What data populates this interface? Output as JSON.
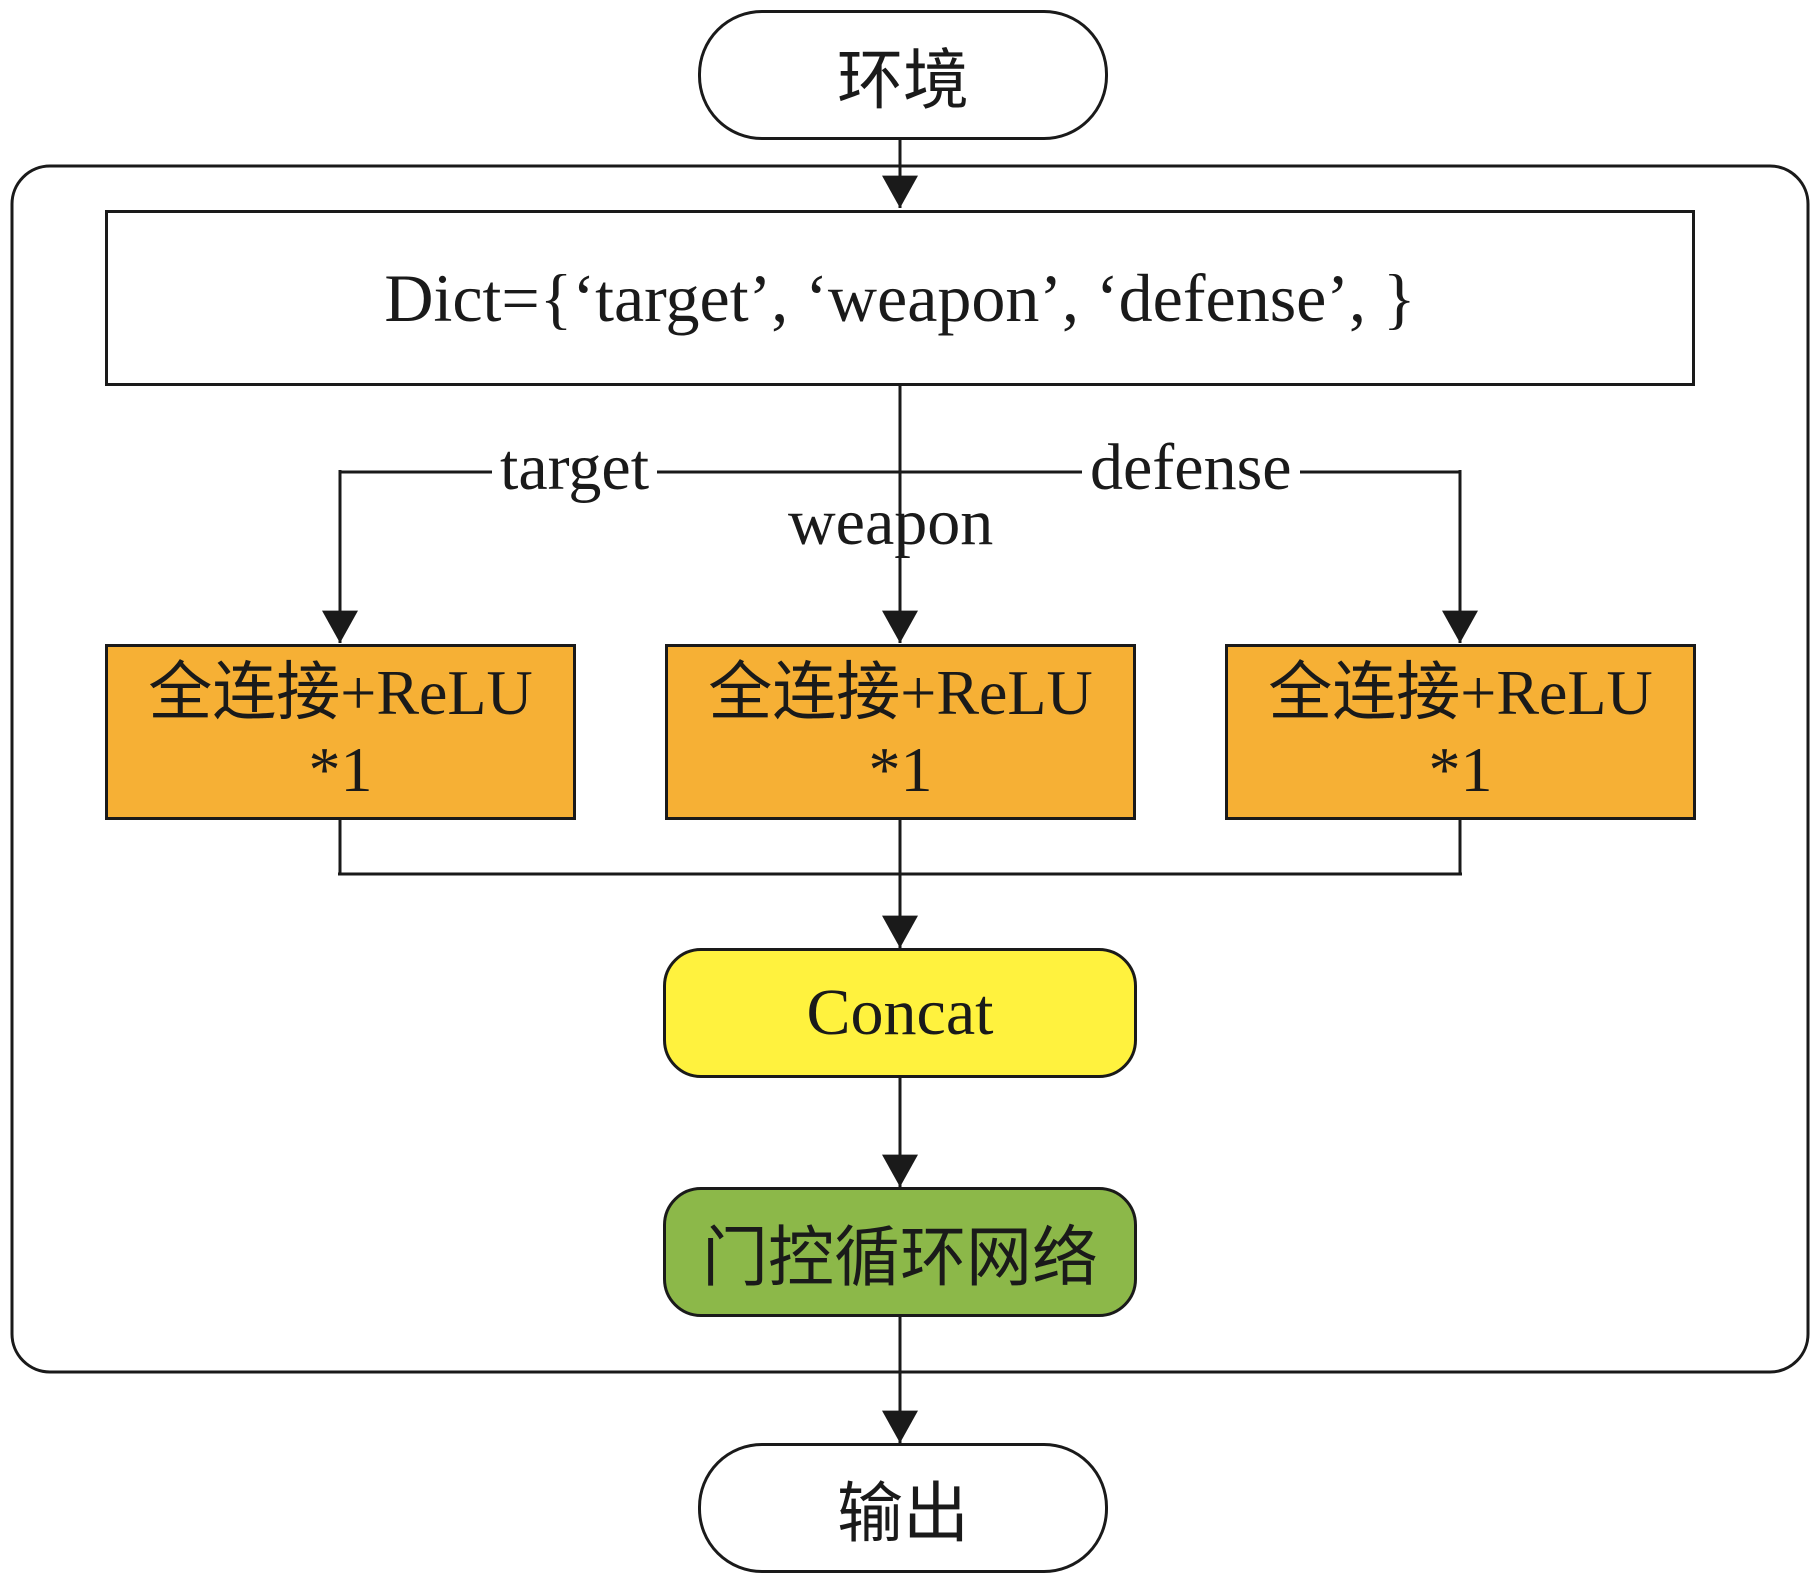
{
  "diagram": {
    "environment_label": "环境",
    "dict_label": "Dict={‘target’, ‘weapon’, ‘defense’, }",
    "edge_labels": {
      "target": "target",
      "weapon": "weapon",
      "defense": "defense"
    },
    "branches": [
      {
        "line1": "全连接+ReLU",
        "line2": "*1"
      },
      {
        "line1": "全连接+ReLU",
        "line2": "*1"
      },
      {
        "line1": "全连接+ReLU",
        "line2": "*1"
      }
    ],
    "concat_label": "Concat",
    "gru_label": "门控循环网络",
    "output_label": "输出"
  },
  "colors": {
    "line": "#1a1a1a",
    "branch_fill": "#f6b035",
    "concat_fill": "#fff23e",
    "gru_fill": "#8cb849",
    "terminal_fill": "#ffffff"
  }
}
